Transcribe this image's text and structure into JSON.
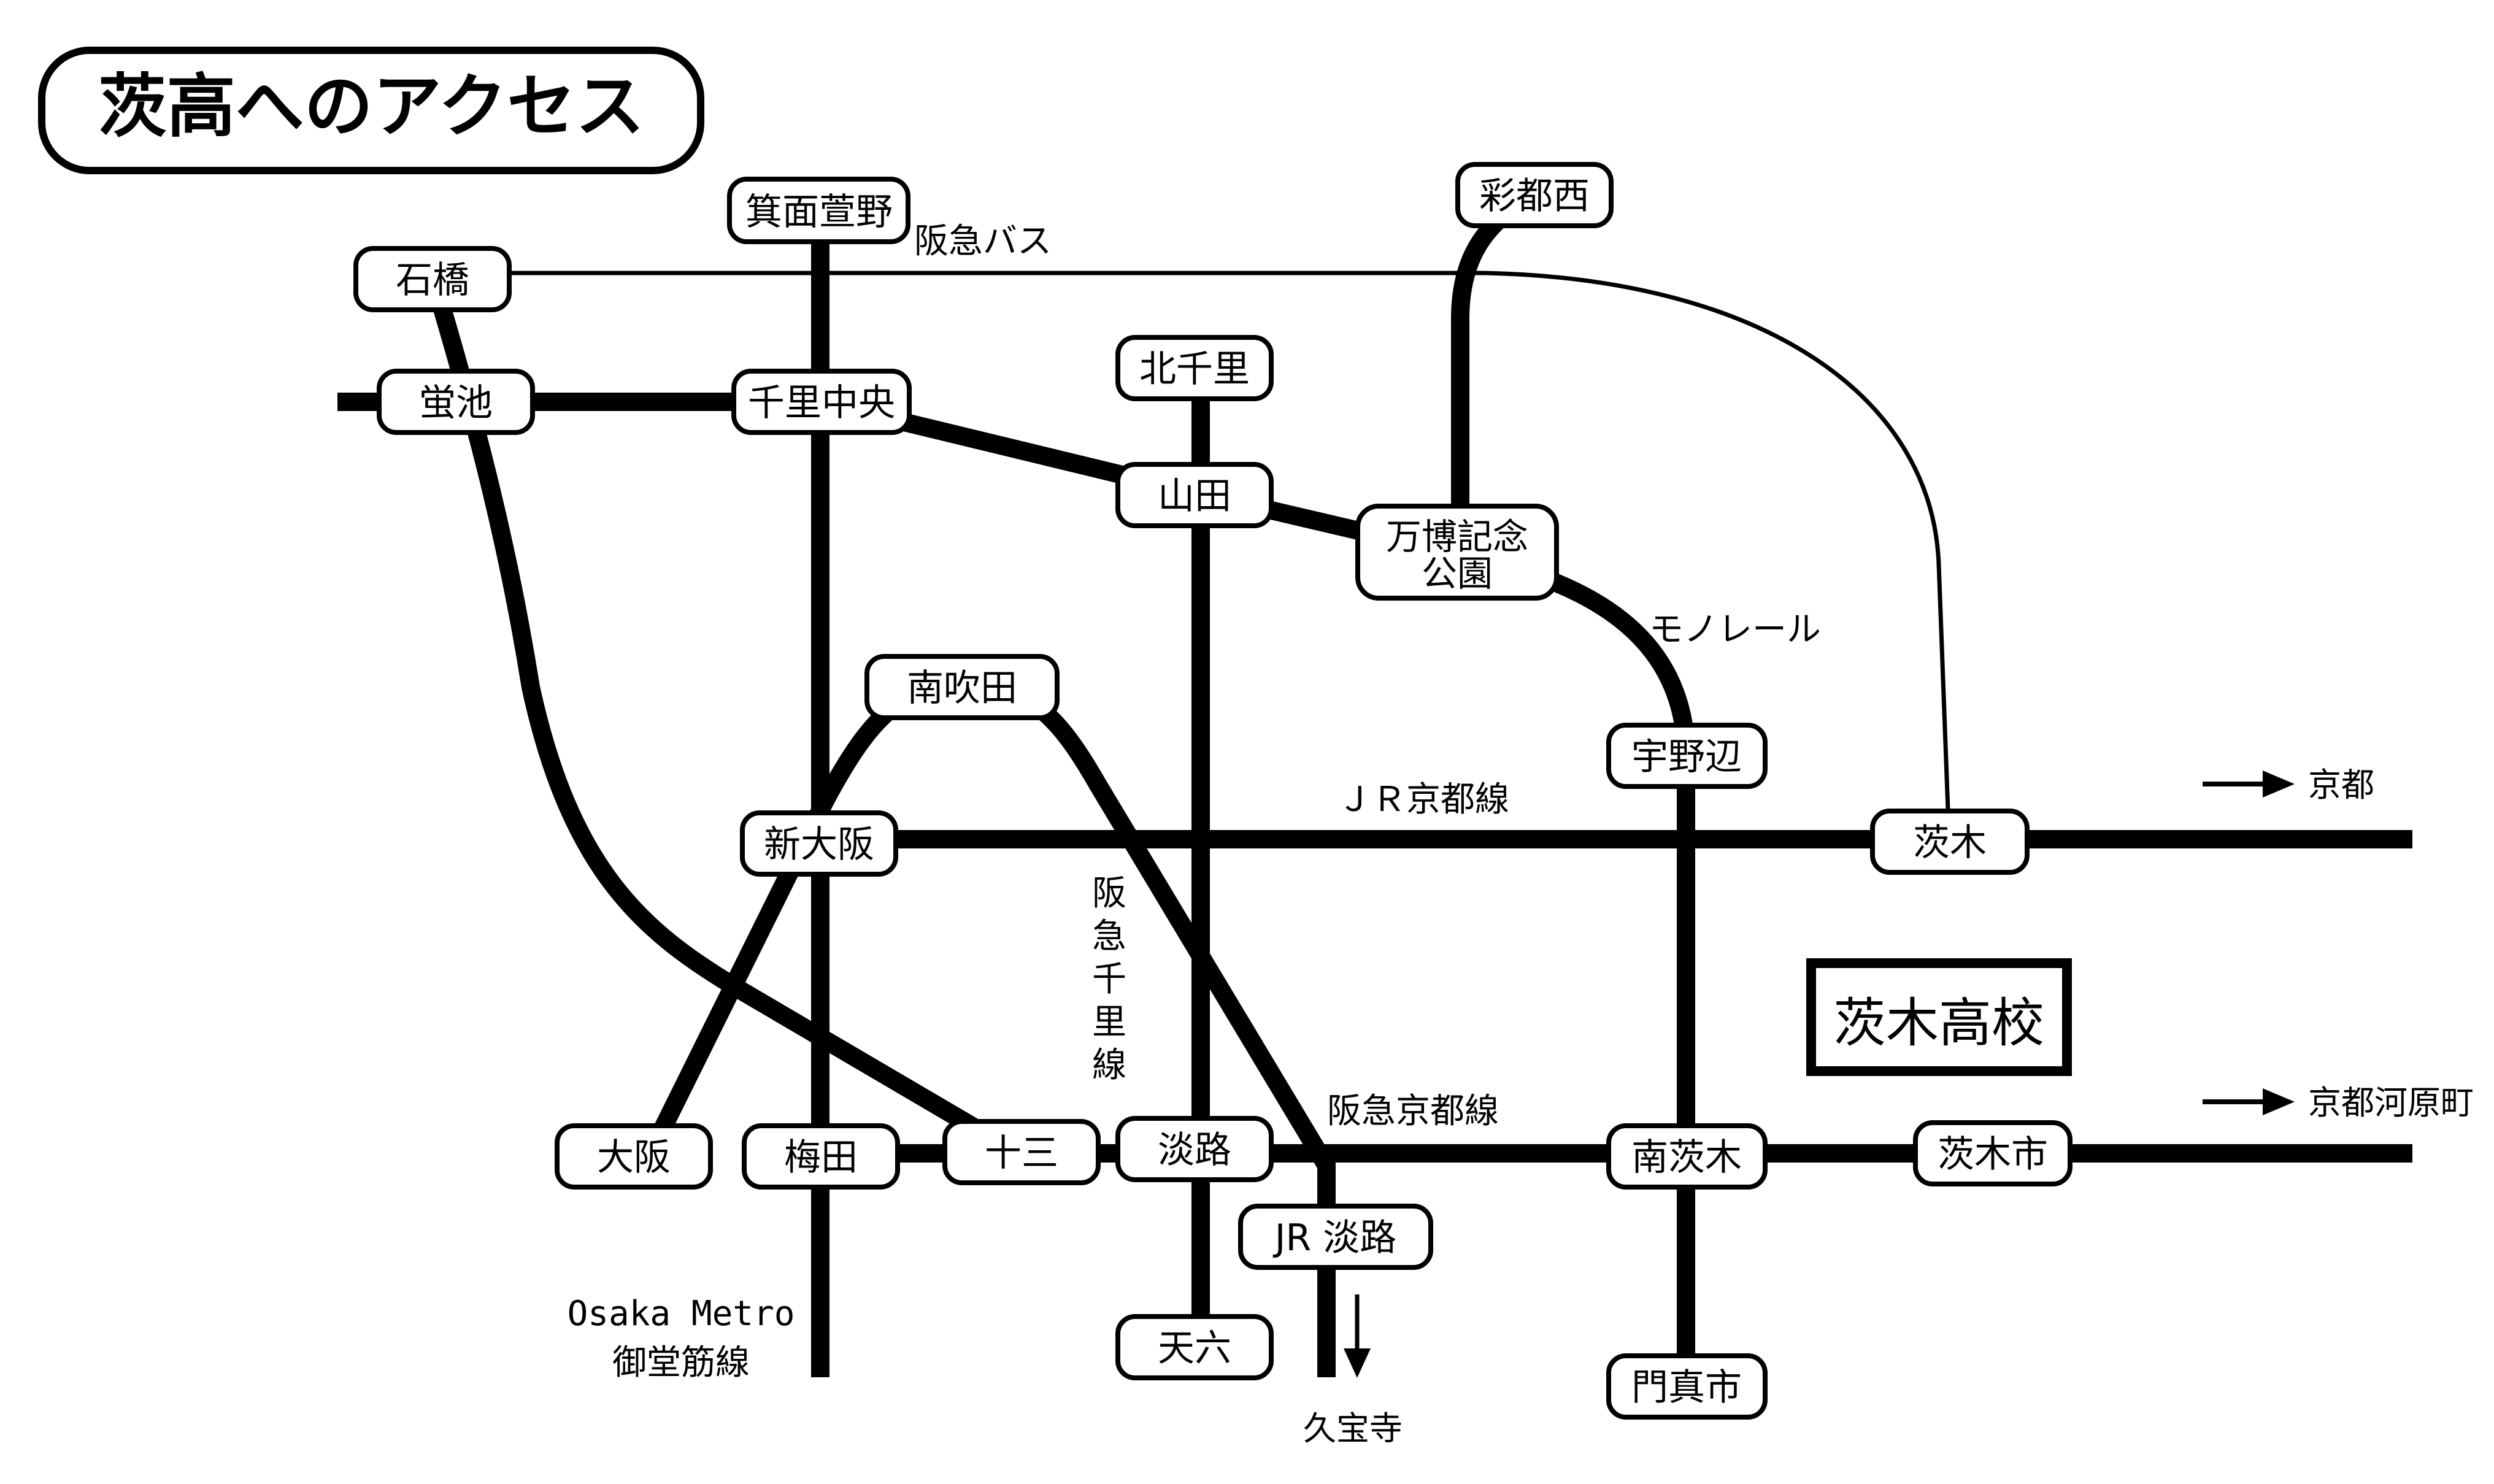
{
  "title": "茨高へのアクセス",
  "school": "茨木高校",
  "stations": {
    "minoh_kayano": "箕面萱野",
    "saito_nishi": "彩都西",
    "ishibashi": "石橋",
    "kita_senri": "北千里",
    "hotarugaike": "蛍池",
    "senri_chuo": "千里中央",
    "yamada": "山田",
    "banpaku_1": "万博記念",
    "banpaku_2": "公園",
    "minami_suita": "南吹田",
    "unobe": "宇野辺",
    "shin_osaka": "新大阪",
    "ibaraki": "茨木",
    "osaka": "大阪",
    "umeda": "梅田",
    "juso": "十三",
    "awaji": "淡路",
    "minami_ibaraki": "南茨木",
    "ibaraki_shi": "茨木市",
    "jr_awaji": "JR 淡路",
    "tenroku": "天六",
    "kadoma_shi": "門真市"
  },
  "lines": {
    "hankyu_bus": "阪急バス",
    "monorail": "モノレール",
    "jr_kyoto": "ＪＲ京都線",
    "hankyu_kyoto": "阪急京都線",
    "hankyu_senri": [
      "阪",
      "急",
      "千",
      "里",
      "線"
    ],
    "metro_1": "Osaka Metro",
    "metro_2": "御堂筋線"
  },
  "destinations": {
    "kyoto": "京都",
    "kawaramachi": "京都河原町",
    "kuhoji": "久宝寺"
  }
}
